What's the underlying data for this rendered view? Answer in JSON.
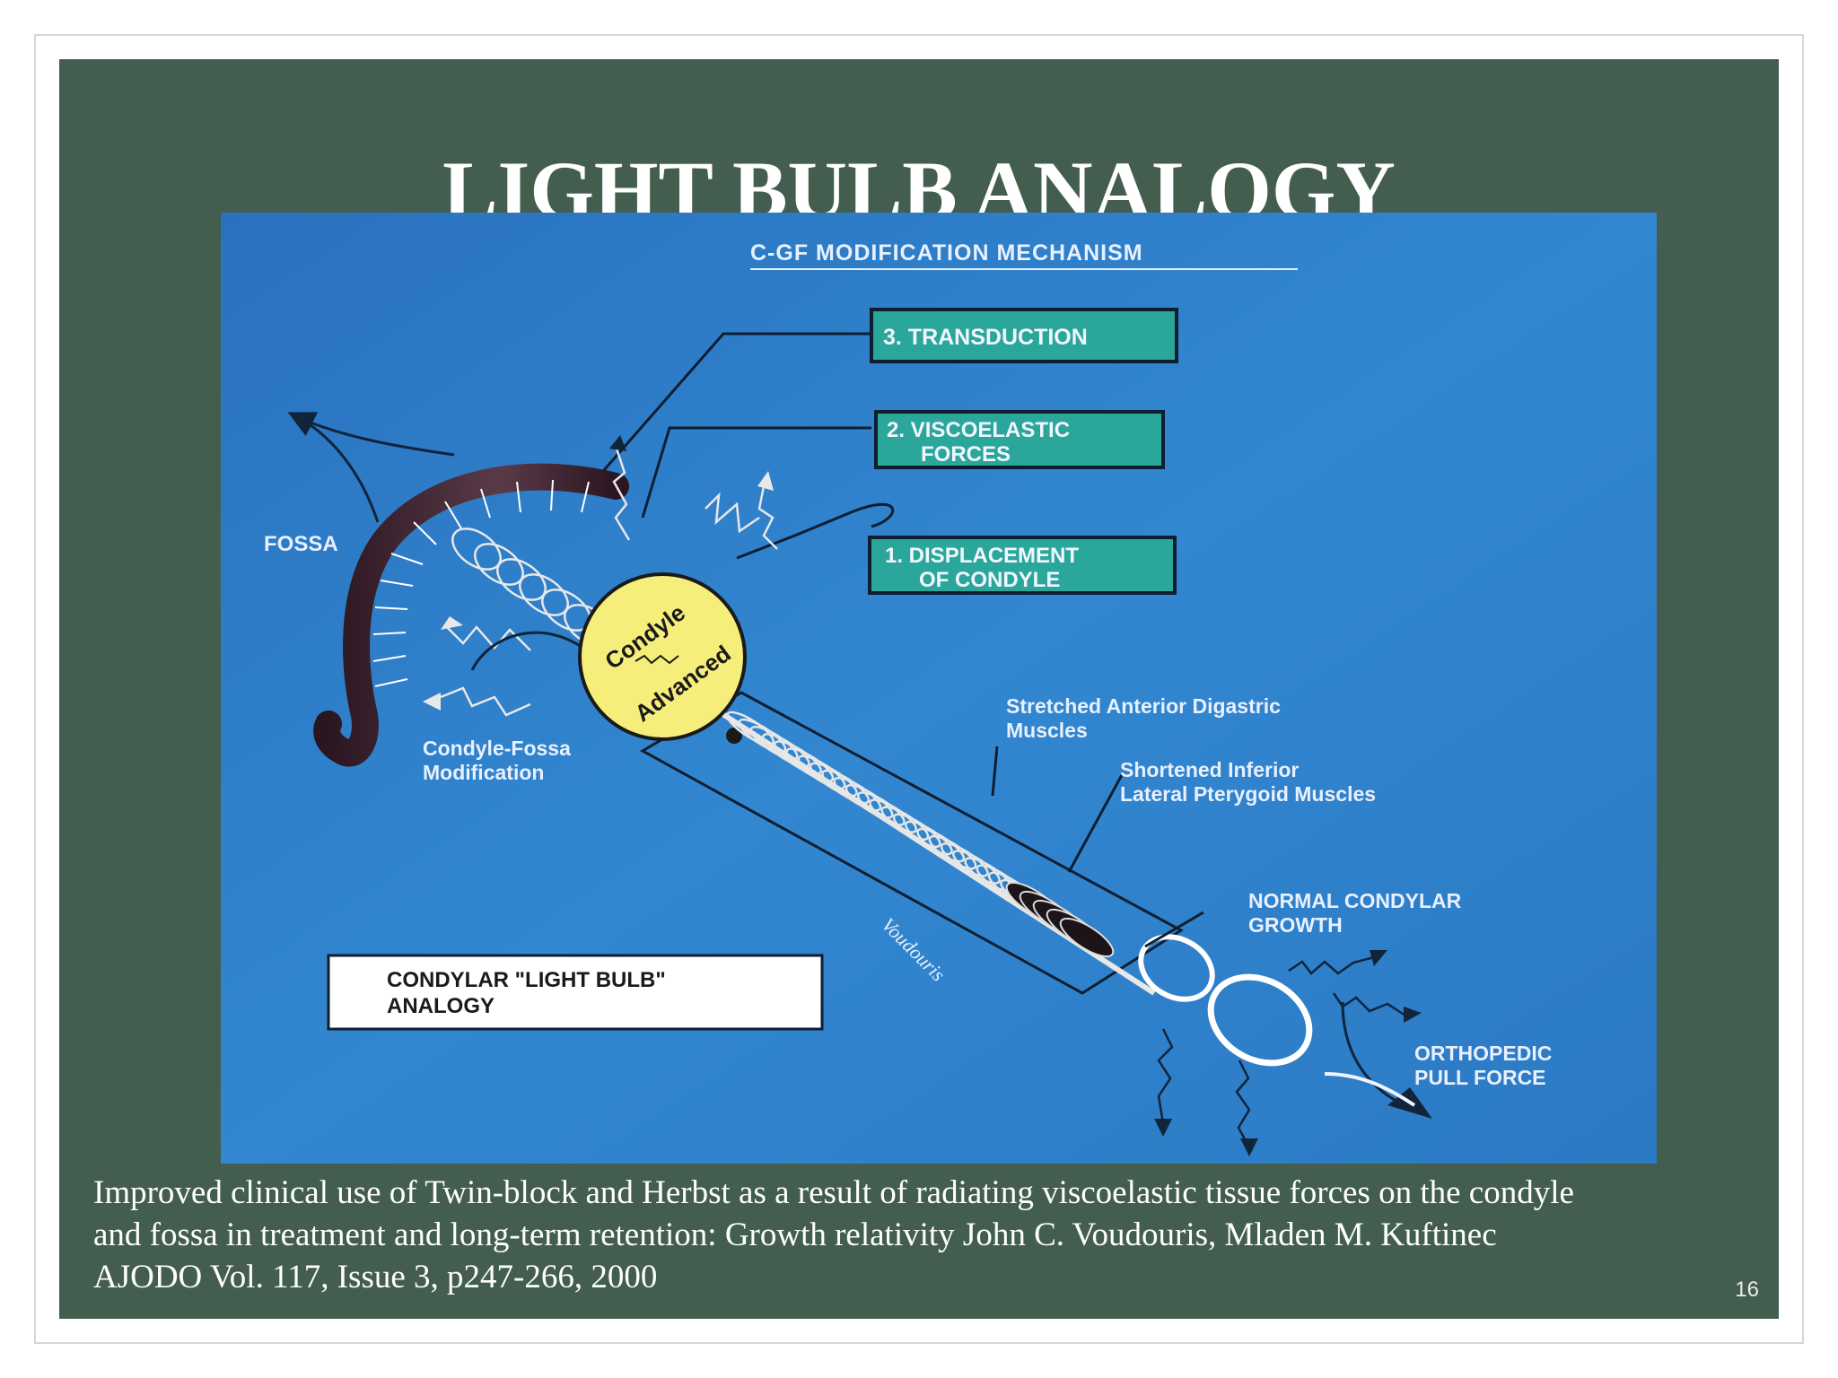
{
  "slide": {
    "title": "LIGHT BULB ANALOGY",
    "page_number": "16"
  },
  "figure": {
    "heading": "C-GF MODIFICATION MECHANISM",
    "boxes": [
      {
        "line1": "3. TRANSDUCTION",
        "line2": ""
      },
      {
        "line1": "2. VISCOELASTIC",
        "line2": "FORCES"
      },
      {
        "line1": "1. DISPLACEMENT",
        "line2": "OF CONDYLE"
      }
    ],
    "labels": {
      "fossa": "FOSSA",
      "condyle_fossa_1": "Condyle-Fossa",
      "condyle_fossa_2": "Modification",
      "digastric_1": "Stretched Anterior Digastric",
      "digastric_2": "Muscles",
      "pterygoid_1": "Shortened Inferior",
      "pterygoid_2": "Lateral Pterygoid Muscles",
      "normal_1": "NORMAL CONDYLAR",
      "normal_2": "GROWTH",
      "orthopedic_1": "ORTHOPEDIC",
      "orthopedic_2": "PULL FORCE",
      "bulb_1": "Condyle",
      "bulb_2": "Advanced",
      "signature": "Voudouris"
    },
    "analogy_box": {
      "line1": "CONDYLAR \"LIGHT BULB\"",
      "line2": "ANALOGY"
    },
    "colors": {
      "background": "#2f7fc8",
      "teal_box": "#2aa79a",
      "bulb": "#f6ee7a",
      "fossa": "#3a1f2a"
    }
  },
  "caption": {
    "line1": "Improved clinical use of Twin-block and Herbst as a result of radiating viscoelastic tissue forces on the condyle",
    "line2": "and fossa in treatment and long-term retention: Growth relativity John C. Voudouris, Mladen M. Kuftinec",
    "line3": "AJODO Vol. 117, Issue 3, p247-266, 2000"
  }
}
